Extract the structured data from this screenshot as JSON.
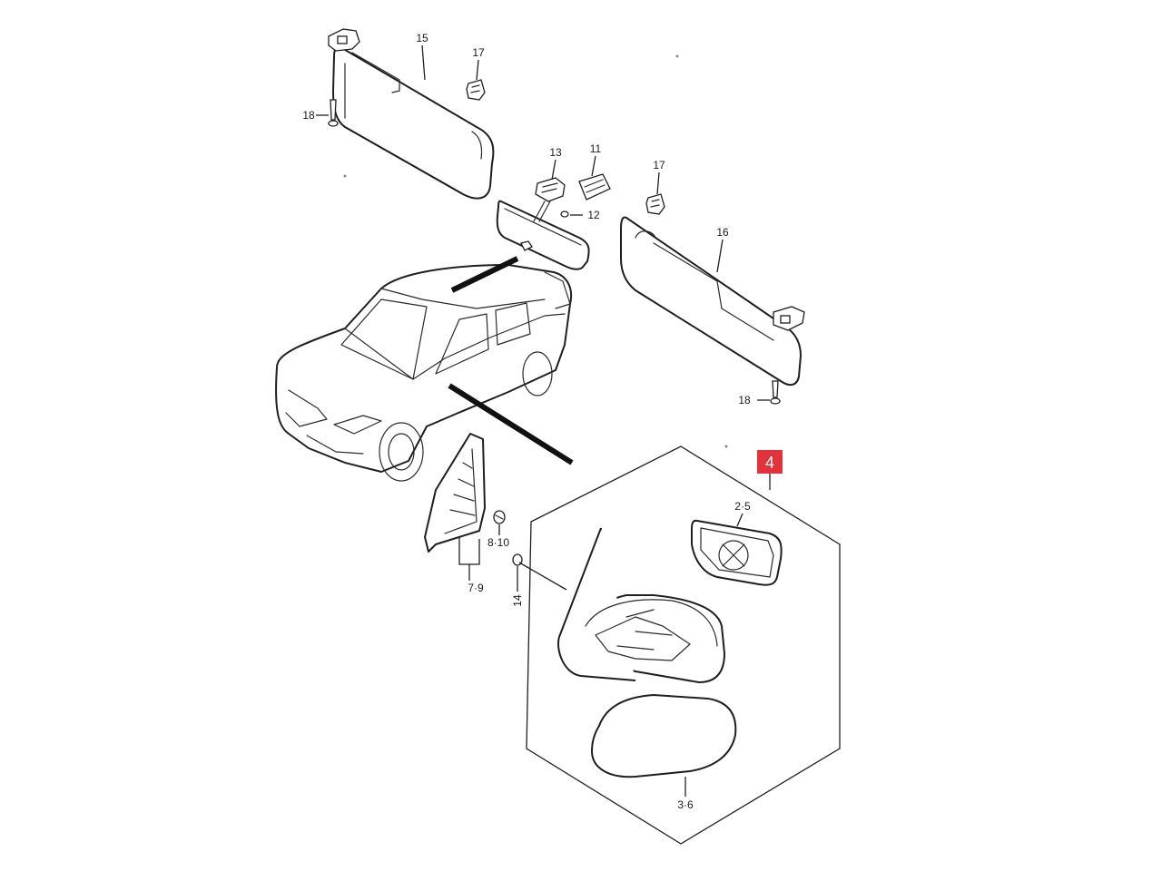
{
  "callout": {
    "text": "4",
    "color": "#e2333d"
  },
  "labels": {
    "l15": "15",
    "l17a": "17",
    "l18a": "18",
    "l13": "13",
    "l11": "11",
    "l12": "12",
    "l17b": "17",
    "l16": "16",
    "l18b": "18",
    "l25": "2·5",
    "l810": "8·10",
    "l79": "7·9",
    "l14": "14",
    "l36": "3·6"
  },
  "icons": {
    "car": "car-outline-icon",
    "sun_visor": "sun-visor-icon",
    "mirror": "door-mirror-icon"
  }
}
